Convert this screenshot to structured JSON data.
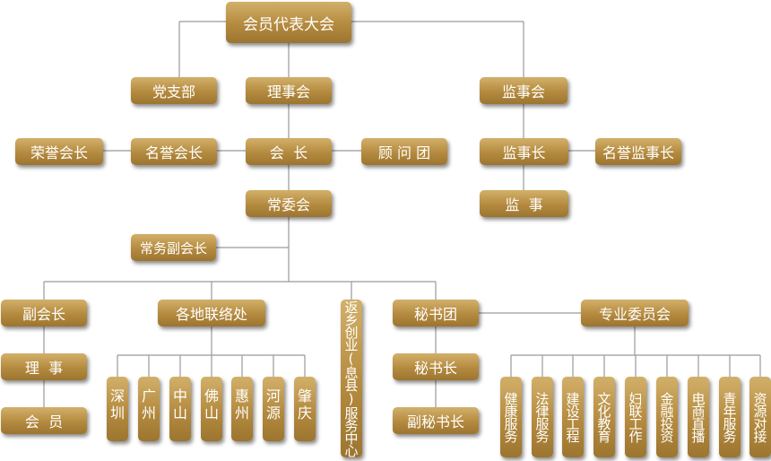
{
  "nodes": {
    "congress": "会员代表大会",
    "party": "党支部",
    "council": "理事会",
    "supervisory_board": "监事会",
    "honorary_president": "荣誉会长",
    "emeritus_president": "名誉会长",
    "president": "会  长",
    "advisory_group": "顾 问 团",
    "chief_supervisor": "监事长",
    "honorary_chief_supervisor": "名誉监事长",
    "supervisor": "监  事",
    "standing_committee": "常委会",
    "executive_vp": "常务副会长",
    "vice_president": "副会长",
    "director": "理  事",
    "member": "会  员",
    "local_liaison": "各地联络处",
    "return_home_center": "返乡创业(息县)服务中心",
    "secretariat": "秘书团",
    "secretary_general": "秘书长",
    "deputy_secretary_general": "副秘书长",
    "special_committees": "专业委员会"
  },
  "liaison_offices": [
    "深圳",
    "广州",
    "中山",
    "佛山",
    "惠州",
    "河源",
    "肇庆"
  ],
  "committees": [
    "健康服务",
    "法律服务",
    "建设工程",
    "文化教育",
    "妇联工作",
    "金融投资",
    "电商直播",
    "青年服务",
    "资源对接"
  ],
  "colors": {
    "box_top": "#d2b06a",
    "box_bottom": "#9c7530",
    "line": "#9a9a9a",
    "text": "#ffffff"
  }
}
